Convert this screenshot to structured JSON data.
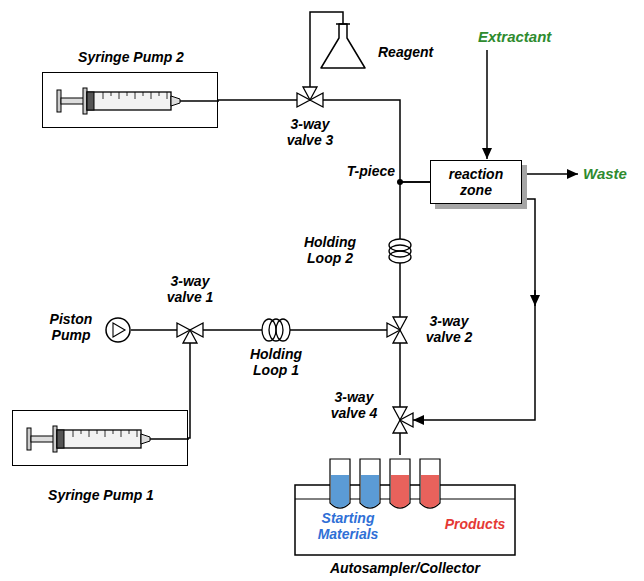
{
  "diagram": {
    "nodes": [
      {
        "text": [
          "Syringe Pump 2"
        ]
      },
      {
        "text": [
          "Reagent"
        ]
      },
      {
        "text": [
          "3-way valve 3"
        ]
      },
      {
        "text": [
          "reaction zone"
        ]
      },
      {
        "text": [
          "Holding Loop 2"
        ]
      },
      {
        "text": [
          "Piston Pump"
        ]
      },
      {
        "text": [
          "3-way valve 1"
        ]
      },
      {
        "text": [
          "Holding Loop 1"
        ]
      },
      {
        "text": [
          "3-way valve 2"
        ]
      },
      {
        "text": [
          "3-way valve 4"
        ]
      },
      {
        "text": [
          "Syringe Pump 1"
        ]
      },
      {
        "text": [
          "Autosampler/Collector"
        ]
      }
    ],
    "edges": [
      {
        "from": 0,
        "to": 2,
        "arrow": "none"
      },
      {
        "from": 2,
        "to": 1,
        "arrow": "none"
      },
      {
        "from": 2,
        "to": 3,
        "arrow": "none"
      },
      {
        "from": 4,
        "to": 3,
        "arrow": "none"
      },
      {
        "from": 8,
        "to": 4,
        "arrow": "none"
      },
      {
        "from": 5,
        "to": 6,
        "arrow": "none"
      },
      {
        "from": 10,
        "to": 6,
        "arrow": "none"
      },
      {
        "from": 6,
        "to": 7,
        "arrow": "none"
      },
      {
        "from": 7,
        "to": 8,
        "arrow": "none"
      },
      {
        "from": 8,
        "to": 9,
        "arrow": "none"
      },
      {
        "from": 3,
        "to": 9,
        "arrow": "to"
      },
      {
        "from": 9,
        "to": 11,
        "arrow": "none"
      }
    ],
    "labels": [
      "T-piece",
      "Extractant",
      "Waste",
      "Starting Materials",
      "Products"
    ]
  }
}
